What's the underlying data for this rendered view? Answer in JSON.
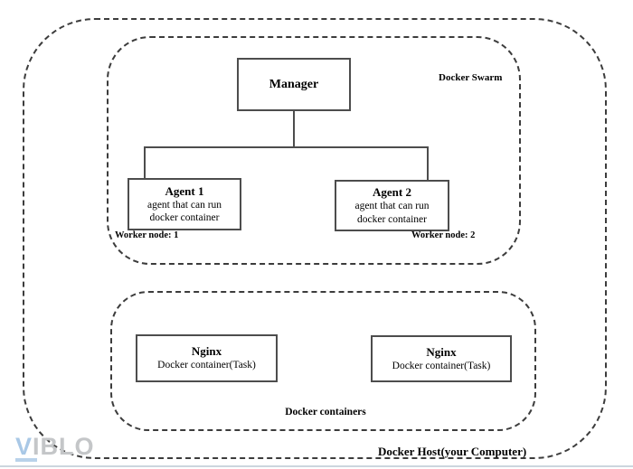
{
  "diagram": {
    "host": {
      "label": "Docker Host(your Computer)"
    },
    "swarm": {
      "label": "Docker Swarm",
      "manager": {
        "title": "Manager"
      },
      "agents": [
        {
          "title": "Agent 1",
          "desc_line1": "agent that can run",
          "desc_line2": "docker container",
          "node_label": "Worker node: 1"
        },
        {
          "title": "Agent 2",
          "desc_line1": "agent that can run",
          "desc_line2": "docker container",
          "node_label": "Worker node: 2"
        }
      ]
    },
    "containers": {
      "label": "Docker containers",
      "items": [
        {
          "title": "Nginx",
          "subtitle": "Docker container(Task)"
        },
        {
          "title": "Nginx",
          "subtitle": "Docker container(Task)"
        }
      ]
    }
  },
  "watermark": {
    "brand_first_letter": "V",
    "brand_rest": "IBLO"
  },
  "colors": {
    "line": "#4d4d4d",
    "dashed_border": "#3c3c3c",
    "logo_blue": "#a9c8e6",
    "logo_gray": "#c4c6c8",
    "bottom_divider": "#ccd6de"
  }
}
